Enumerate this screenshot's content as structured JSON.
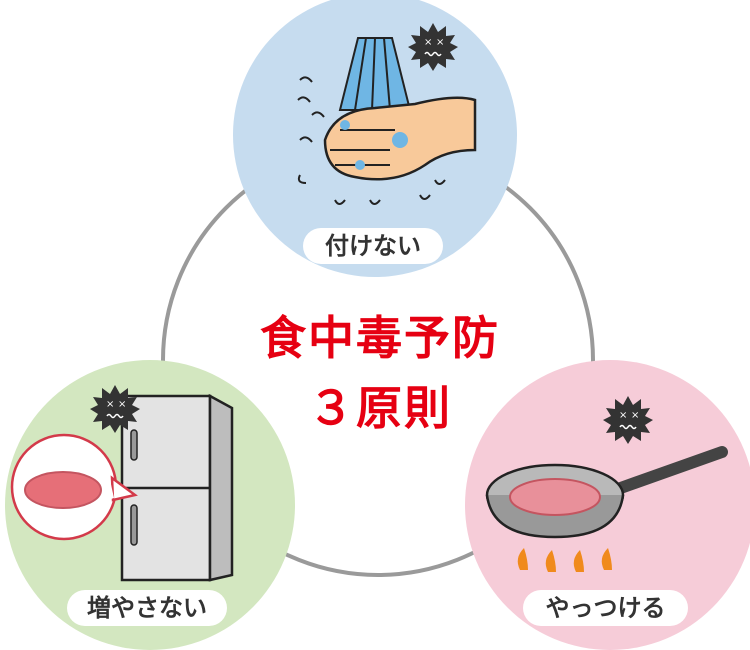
{
  "title": {
    "line1": "食中毒予防",
    "line2": "３原則"
  },
  "principles": [
    {
      "label": "付けない",
      "icon": "hand-washing-icon"
    },
    {
      "label": "増やさない",
      "icon": "refrigerator-icon"
    },
    {
      "label": "やっつける",
      "icon": "frying-pan-icon"
    }
  ],
  "colors": {
    "title": "#e60012",
    "blue": "#c6dcef",
    "green": "#d3e7c0",
    "pink": "#f6ccd8",
    "ring": "#9a9a9a"
  }
}
